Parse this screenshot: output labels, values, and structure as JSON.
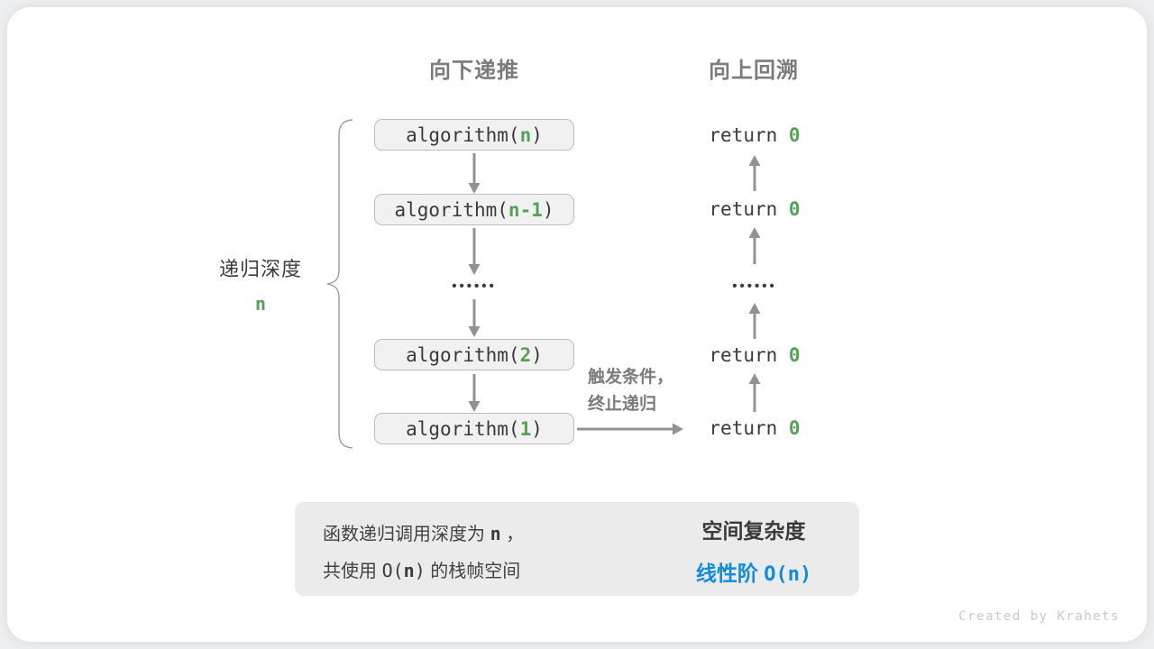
{
  "diagram": {
    "left_title": "向下递推",
    "right_title": "向上回溯",
    "depth_label": {
      "text": "递归深度",
      "value": "n"
    },
    "calls": [
      {
        "prefix": "algorithm(",
        "arg": "n",
        "suffix": ")"
      },
      {
        "prefix": "algorithm(",
        "arg": "n-1",
        "suffix": ")"
      },
      {
        "prefix": "algorithm(",
        "arg": "2",
        "suffix": ")"
      },
      {
        "prefix": "algorithm(",
        "arg": "1",
        "suffix": ")"
      }
    ],
    "ellipsis": "••••••",
    "returns": [
      {
        "prefix": "return ",
        "value": "0"
      },
      {
        "prefix": "return ",
        "value": "0"
      },
      {
        "prefix": "return ",
        "value": "0"
      },
      {
        "prefix": "return ",
        "value": "0"
      }
    ],
    "trigger": {
      "line1": "触发条件，",
      "line2": "终止递归"
    }
  },
  "summary": {
    "line1_pre": "函数递归调用深度为 ",
    "line1_hl": "n",
    "line1_post": " ，",
    "line2_pre": "共使用 ",
    "line2_code_open": "O(",
    "line2_hl": "n",
    "line2_code_close": ")",
    "line2_post": " 的栈帧空间",
    "result_title": "空间复杂度",
    "result_label": "线性阶 ",
    "result_code": "O(n)"
  },
  "footer": {
    "credit": "Created by Krahets"
  },
  "colors": {
    "page_bg": "#edeef0",
    "card_bg": "#ffffff",
    "heading_gray": "#7b7b7b",
    "code_text": "#3a3a3a",
    "green": "#55a257",
    "blue": "#108cdb",
    "arrow_gray": "#929292",
    "brace_gray": "#9a9a9a",
    "box_fill": "#f1f1f1",
    "box_border": "#bdbdbd",
    "summary_fill": "#ebebeb",
    "block_arrow": "#bdbdbd",
    "credit_gray": "#c9c9c9"
  }
}
